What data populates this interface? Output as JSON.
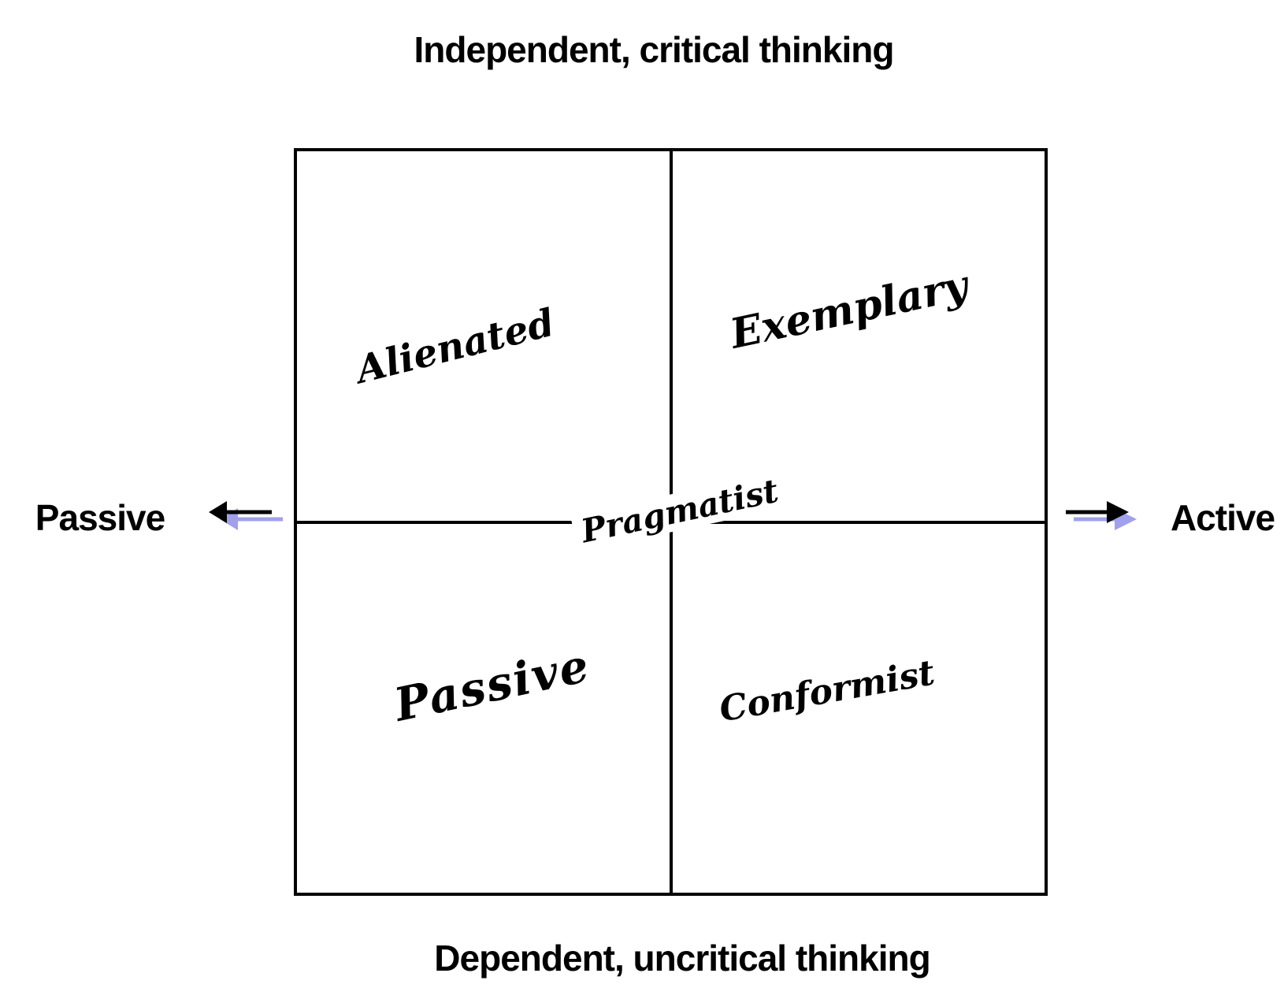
{
  "diagram": {
    "axes": {
      "top": "Independent, critical thinking",
      "bottom": "Dependent, uncritical thinking",
      "left": "Passive",
      "right": "Active"
    },
    "quadrants": {
      "top_left": "Alienated",
      "top_right": "Exemplary",
      "bottom_left": "Passive",
      "bottom_right": "Conformist",
      "center": "Pragmatist"
    },
    "icons": {
      "left_arrow": "left-arrow-icon",
      "right_arrow": "right-arrow-icon"
    },
    "colors": {
      "background": "#ffffff",
      "line": "#000000",
      "text": "#000000",
      "arrow": "#000000",
      "arrow_shadow": "#a0a0ec"
    }
  }
}
